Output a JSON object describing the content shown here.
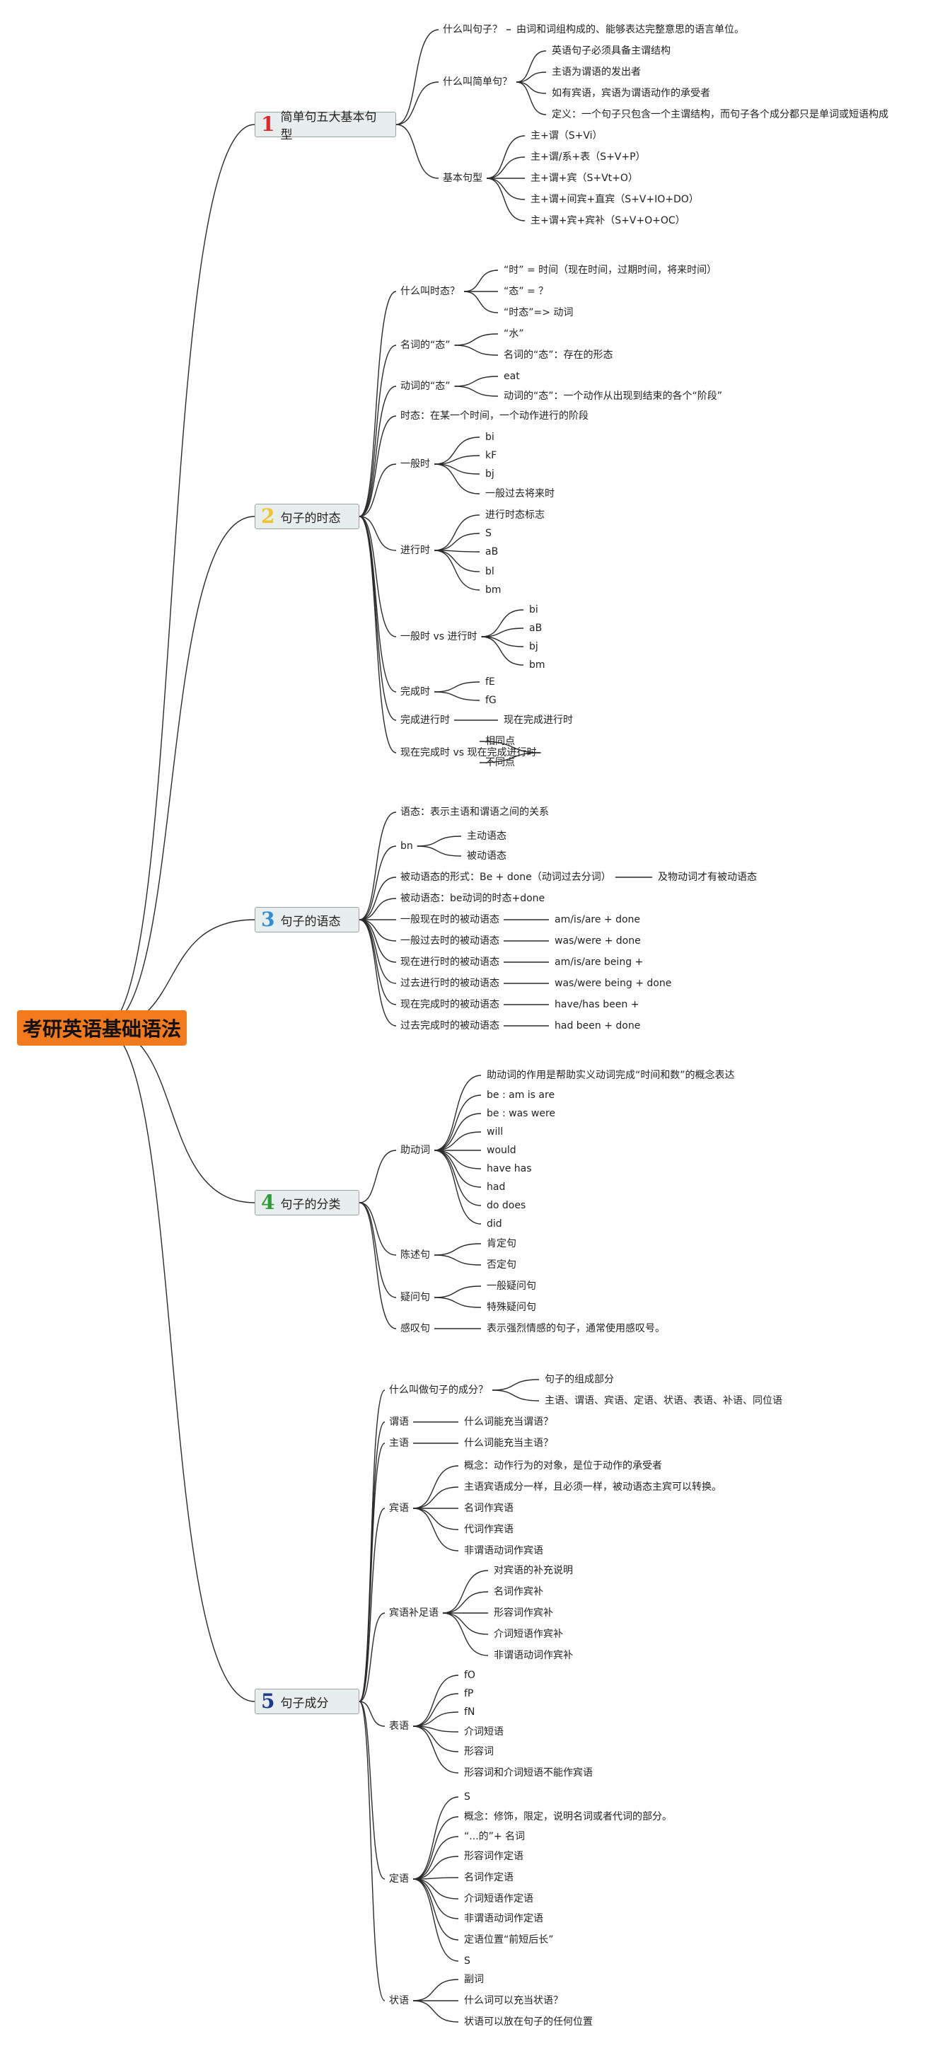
{
  "root": {
    "label": "考研英语基础语法"
  },
  "branches": [
    {
      "number": "1",
      "number_color": "#e0262e",
      "label": "简单句五大基本句型",
      "topics": [
        {
          "label": "什么叫句子？",
          "details": [
            "由词和词组构成的、能够表达完整意思的语言单位。"
          ]
        },
        {
          "label": "什么叫简单句？",
          "details": [
            "英语句子必须具备主谓结构",
            "主语为谓语的发出者",
            "如有宾语，宾语为谓语动作的承受者",
            "定义：一个句子只包含一个主谓结构，而句子各个成分都只是单词或短语构成"
          ]
        },
        {
          "label": "基本句型",
          "details": [
            "主+谓（S+Vi）",
            "主+谓/系+表（S+V+P）",
            "主+谓+宾（S+Vt+O）",
            "主+谓+间宾+直宾（S+V+IO+DO）",
            "主+谓+宾+宾补（S+V+O+OC）"
          ]
        }
      ]
    },
    {
      "number": "2",
      "number_color": "#f2c32e",
      "label": "句子的时态",
      "topics": [
        {
          "label": "什么叫时态？",
          "details": [
            "“时” = 时间（现在时间，过期时间，将来时间）",
            "“态” = ？",
            "“时态”=> 动词"
          ]
        },
        {
          "label": "名词的“态”",
          "details": [
            "“水”",
            "名词的“态”：存在的形态"
          ]
        },
        {
          "label": "动词的“态”",
          "details": [
            "eat",
            "动词的“态”：一个动作从出现到结束的各个“阶段”"
          ]
        },
        {
          "label": "时态：在某一个时间，一个动作进行的阶段",
          "details": []
        },
        {
          "label": "一般时",
          "details": [
            "bi",
            "kF",
            "bj",
            "一般过去将来时"
          ]
        },
        {
          "label": "进行时",
          "details": [
            "进行时态标志",
            "S",
            "aB",
            "bl",
            "bm"
          ]
        },
        {
          "label": "一般时 vs 进行时",
          "details": [
            "bi",
            "aB",
            "bj",
            "bm"
          ]
        },
        {
          "label": "完成时",
          "details": [
            "fE",
            "fG"
          ]
        },
        {
          "label": "完成进行时",
          "details": [
            "现在完成进行时"
          ]
        },
        {
          "label": "现在完成时 vs 现在完成进行时",
          "details": [
            "相同点",
            "不同点"
          ]
        }
      ]
    },
    {
      "number": "3",
      "number_color": "#2f8fd6",
      "label": "句子的语态",
      "topics": [
        {
          "label": "语态：表示主语和谓语之间的关系",
          "details": []
        },
        {
          "label": "bn",
          "details": [
            "主动语态",
            "被动语态"
          ]
        },
        {
          "label": "被动语态的形式：Be + done（动词过去分词）",
          "details": [
            "及物动词才有被动语态"
          ]
        },
        {
          "label": "被动语态：be动词的时态+done",
          "details": []
        },
        {
          "label": "一般现在时的被动语态",
          "details": [
            "am/is/are + done"
          ]
        },
        {
          "label": "一般过去时的被动语态",
          "details": [
            "was/were + done"
          ]
        },
        {
          "label": "现在进行时的被动语态",
          "details": [
            "am/is/are being +"
          ]
        },
        {
          "label": "过去进行时的被动语态",
          "details": [
            "was/were being + done"
          ]
        },
        {
          "label": "现在完成时的被动语态",
          "details": [
            "have/has been +"
          ]
        },
        {
          "label": "过去完成时的被动语态",
          "details": [
            "had been + done"
          ]
        }
      ]
    },
    {
      "number": "4",
      "number_color": "#2e9b3a",
      "label": "句子的分类",
      "topics": [
        {
          "label": "助动词",
          "details": [
            "助动词的作用是帮助实义动词完成“时间和数”的概念表达",
            "be : am is are",
            "be : was were",
            "will",
            "would",
            "have has",
            "had",
            "do does",
            "did"
          ]
        },
        {
          "label": "陈述句",
          "details": [
            "肯定句",
            "否定句"
          ]
        },
        {
          "label": "疑问句",
          "details": [
            "一般疑问句",
            "特殊疑问句"
          ]
        },
        {
          "label": "感叹句",
          "details": [
            "表示强烈情感的句子，通常使用感叹号。"
          ]
        }
      ]
    },
    {
      "number": "5",
      "number_color": "#1d3a8f",
      "label": "句子成分",
      "topics": [
        {
          "label": "什么叫做句子的成分？",
          "details": [
            "句子的组成部分",
            "主语、谓语、宾语、定语、状语、表语、补语、同位语"
          ]
        },
        {
          "label": "谓语",
          "details": [
            "什么词能充当谓语？"
          ]
        },
        {
          "label": "主语",
          "details": [
            "什么词能充当主语？"
          ]
        },
        {
          "label": "宾语",
          "details": [
            "概念：动作行为的对象，是位于动作的承受者",
            "主语宾语成分一样，且必须一样，被动语态主宾可以转换。",
            "名词作宾语",
            "代词作宾语",
            "非谓语动词作宾语"
          ]
        },
        {
          "label": "宾语补足语",
          "details": [
            "对宾语的补充说明",
            "名词作宾补",
            "形容词作宾补",
            "介词短语作宾补",
            "非谓语动词作宾补"
          ]
        },
        {
          "label": "表语",
          "details": [
            "fO",
            "fP",
            "fN",
            "介词短语",
            "形容词",
            "形容词和介词短语不能作宾语"
          ]
        },
        {
          "label": "定语",
          "details": [
            "S",
            "概念：修饰，限定，说明名词或者代词的部分。",
            "“...的”+ 名词",
            "形容词作定语",
            "名词作定语",
            "介词短语作定语",
            "非谓语动词作定语",
            "定语位置“前短后长”",
            "S"
          ]
        },
        {
          "label": "状语",
          "details": [
            "副词",
            "什么词可以充当状语？",
            "状语可以放在句子的任何位置"
          ]
        }
      ]
    }
  ]
}
